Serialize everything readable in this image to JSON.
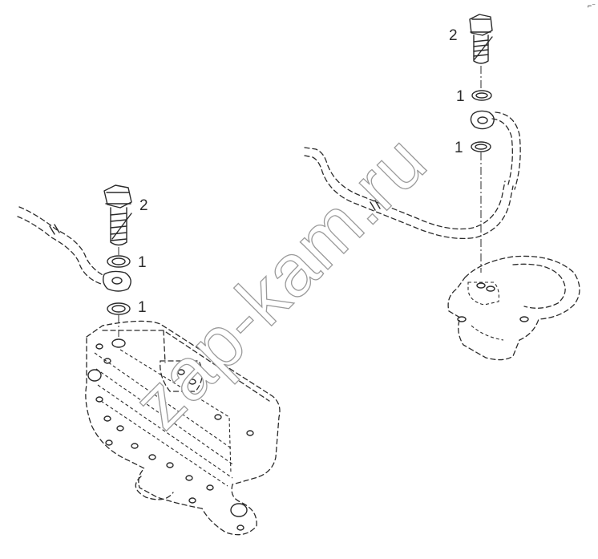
{
  "drawing": {
    "callouts": [
      {
        "id": "top-bolt",
        "label": "2"
      },
      {
        "id": "top-washer-upper",
        "label": "1"
      },
      {
        "id": "top-washer-lower",
        "label": "1"
      },
      {
        "id": "left-bolt",
        "label": "2"
      },
      {
        "id": "left-washer-upper",
        "label": "1"
      },
      {
        "id": "left-washer-lower",
        "label": "1"
      }
    ],
    "watermark": "zap-kam.ru",
    "corner_mark": "⌐⁻"
  }
}
